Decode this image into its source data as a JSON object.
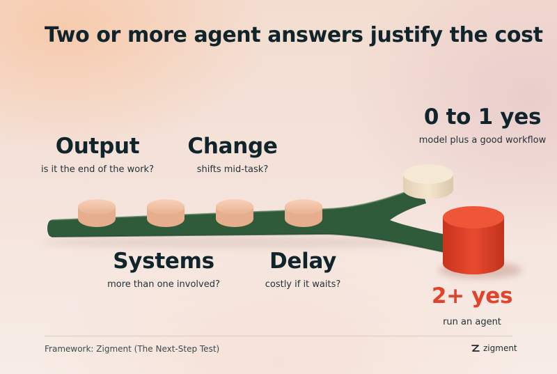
{
  "title": "Two or more agent answers justify the cost",
  "questions": [
    {
      "heading": "Output",
      "sub": "is it the end of the work?"
    },
    {
      "heading": "Change",
      "sub": "shifts mid-task?"
    },
    {
      "heading": "Systems",
      "sub": "more than one involved?"
    },
    {
      "heading": "Delay",
      "sub": "costly if it waits?"
    }
  ],
  "outcomes": {
    "few": {
      "heading": "0 to 1 yes",
      "sub": "model plus a good workflow"
    },
    "many": {
      "heading": "2+ yes",
      "sub": "run an agent"
    }
  },
  "footer": {
    "credit": "Framework: Zigment (The Next-Step Test)",
    "brand": "zigment"
  },
  "colors": {
    "track": "#2e5a3a",
    "token": "#f2c4a6",
    "few_token": "#f3e4cc",
    "many_token": "#e4472d",
    "accent_text": "#e0442c"
  }
}
